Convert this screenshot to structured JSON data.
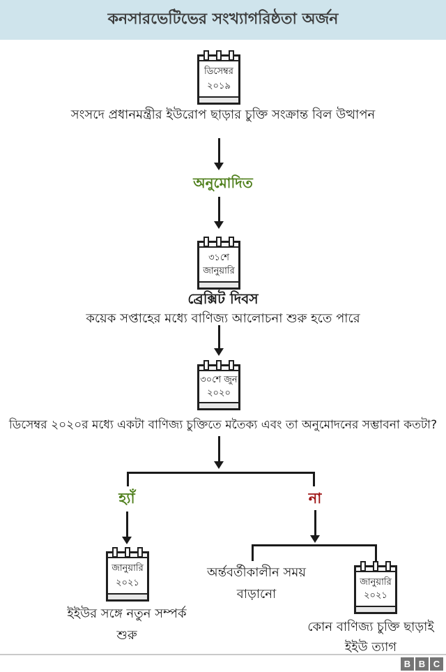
{
  "header": {
    "title": "কনসারভেটিভের সংখ্যাগরিষ্ঠতা অর্জন"
  },
  "flow": {
    "step1": {
      "calendar": {
        "line1": "ডিসেম্বর",
        "line2": "২০১৯"
      },
      "caption": "সংসদে প্রধানমন্ত্রীর ইউরোপ ছাড়ার চুক্তি সংক্রান্ত বিল উত্থাপন"
    },
    "approved_label": "অনুমোদিত",
    "step2": {
      "calendar": {
        "line1": "৩১শে",
        "line2": "জানুয়ারি"
      },
      "title": "ব্রেক্সিট দিবস",
      "caption": "কয়েক সপ্তাহের মধ্যে বাণিজ্য আলোচনা শুরু হতে পারে"
    },
    "step3": {
      "calendar": {
        "line1": "৩০শে জুন",
        "line2": "২০২০"
      },
      "question": "ডিসেম্বর ২০২০র মধ্যে একটা বাণিজ্য চুক্তিতে মতৈক্য এবং তা অনুমোদনের সম্ভাবনা কতটা?"
    },
    "decision": {
      "yes_label": "হ্যাঁ",
      "no_label": "না"
    },
    "yes_branch": {
      "calendar": {
        "line1": "জানুয়ারি",
        "line2": "২০২১"
      },
      "caption_line1": "ইইউর সঙ্গে নতুন সম্পর্ক",
      "caption_line2": "শুরু"
    },
    "no_branch": {
      "extend_line1": "অর্ন্তবর্তীকালীন সময়",
      "extend_line2": "বাড়ানো",
      "calendar": {
        "line1": "জানুয়ারি",
        "line2": "২০২১"
      },
      "caption_line1": "কোন বাণিজ্য চুক্তি ছাড়াই",
      "caption_line2": "ইইউ ত্যাগ"
    }
  },
  "colors": {
    "header_bg": "#cfe4ec",
    "yes_green": "#4f7f1c",
    "no_red": "#9e1516",
    "ink": "#1a1a1a",
    "bbc_gray": "#757575"
  },
  "footer": {
    "logo": [
      "B",
      "B",
      "C"
    ]
  }
}
